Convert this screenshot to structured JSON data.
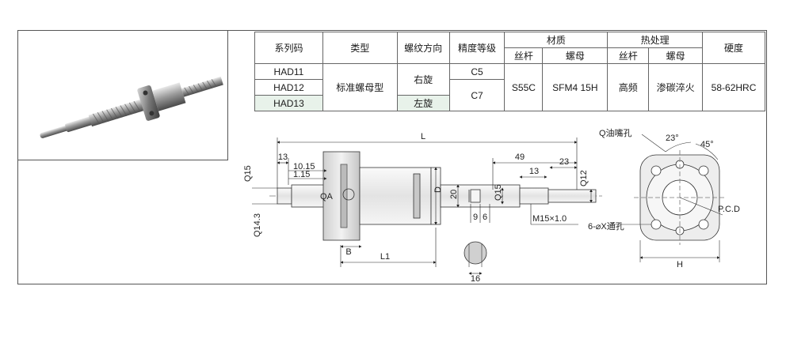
{
  "table": {
    "head": {
      "series_code": "系列码",
      "type": "类型",
      "thread_direction": "螺纹方向",
      "precision_grade": "精度等级",
      "material": "材质",
      "heat_treatment": "热处理",
      "hardness": "硬度",
      "screw": "丝杆",
      "nut": "螺母",
      "screw2": "丝杆",
      "nut2": "螺母"
    },
    "rows": [
      {
        "code": "HAD11"
      },
      {
        "code": "HAD12"
      },
      {
        "code": "HAD13"
      }
    ],
    "type_value": "标准螺母型",
    "direction_right": "右旋",
    "direction_left": "左旋",
    "grade_c5": "C5",
    "grade_c7": "C7",
    "screw_material": "S55C",
    "nut_material": "SFM4 15H",
    "screw_heat": "高频",
    "nut_heat": "渗碳淬火",
    "hardness_value": "58-62HRC"
  },
  "drawing": {
    "L": "L",
    "dim_13_top": "13",
    "dim_10_15": "10.15",
    "dim_1_15": "1.15",
    "Q15_left": "Q15",
    "Q14_3": "Q14.3",
    "QA": "QA",
    "D": "D",
    "dim_20": "20",
    "B": "B",
    "L1": "L1",
    "dim_49": "49",
    "dim_23": "23",
    "dim_13_right": "13",
    "Q15_right": "Q15",
    "Q12": "Q12",
    "dim_9": "9",
    "dim_6": "6",
    "M15": "M15×1.0",
    "dim_16": "16",
    "oil_hole": "Q油嘴孔",
    "angle_23": "23°",
    "angle_45": "45°",
    "pcd": "P.C.D",
    "through_hole": "6-⌀X通孔",
    "H": "H"
  }
}
